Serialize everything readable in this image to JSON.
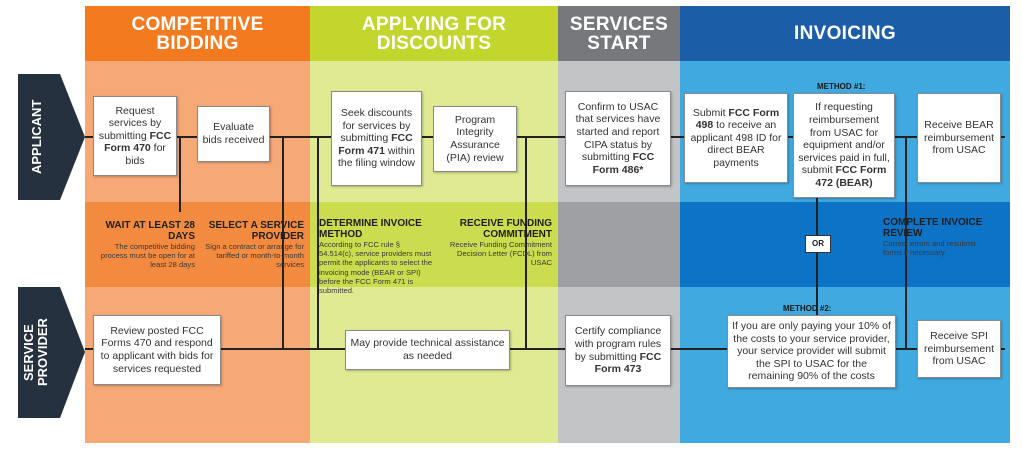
{
  "phases": [
    {
      "id": "competitive",
      "line1": "COMPETITIVE",
      "line2": "BIDDING",
      "color": "#f47a20"
    },
    {
      "id": "discounts",
      "line1": "APPLYING FOR",
      "line2": "DISCOUNTS",
      "color": "#c2d62d"
    },
    {
      "id": "services",
      "line1": "SERVICES",
      "line2": "START",
      "color": "#77787b"
    },
    {
      "id": "invoicing",
      "line1": "INVOICING",
      "line2": "",
      "color": "#1b5ea7"
    }
  ],
  "lanes": {
    "applicant": "APPLICANT",
    "service_provider_line1": "SERVICE",
    "service_provider_line2": "PROVIDER"
  },
  "boxes": {
    "request_bids": {
      "pre": "Request services by submitting ",
      "bold": "FCC Form 470",
      "post": " for bids"
    },
    "evaluate_bids": {
      "pre": "Evaluate bids received",
      "bold": "",
      "post": ""
    },
    "seek_discounts": {
      "pre": "Seek discounts for services by submitting ",
      "bold": "FCC Form 471",
      "post": " within the filing window"
    },
    "pia_review": {
      "pre": "Program Integrity Assurance (PIA) review",
      "bold": "",
      "post": ""
    },
    "confirm_usac": {
      "pre": "Confirm to USAC that services have started and report CIPA status by submitting ",
      "bold": "FCC Form 486*",
      "post": ""
    },
    "submit_498": {
      "pre": "Submit ",
      "bold": "FCC Form 498",
      "post": " to receive an applicant 498 ID for direct BEAR payments"
    },
    "bear_request": {
      "pre": "If requesting reimbursement from USAC for equipment and/or services paid in full, submit ",
      "bold": "FCC Form 472 (BEAR)",
      "post": ""
    },
    "receive_bear": {
      "pre": "Receive BEAR reimbursement from USAC",
      "bold": "",
      "post": ""
    },
    "review_470": {
      "pre": "Review posted FCC Forms 470 and respond to applicant with bids for services requested",
      "bold": "",
      "post": ""
    },
    "technical_assistance": {
      "pre": "May provide technical assistance as needed",
      "bold": "",
      "post": ""
    },
    "certify_473": {
      "pre": "Certify compliance with program rules by submitting ",
      "bold": "FCC Form 473",
      "post": ""
    },
    "spi": {
      "pre": "If you are only paying your 10% of the costs to your service provider, your service provider will submit the SPI to USAC for the remaining 90% of the costs",
      "bold": "",
      "post": ""
    },
    "receive_spi": {
      "pre": "Receive SPI reimbursement from USAC",
      "bold": "",
      "post": ""
    }
  },
  "notes": {
    "wait": {
      "title": "WAIT AT LEAST 28 DAYS",
      "body": "The competitive bidding process must be open for at least 28 days"
    },
    "select_provider": {
      "title": "SELECT A SERVICE PROVIDER",
      "body": "Sign a contract or arrange for tariffed or month-to-month services"
    },
    "invoice_method": {
      "title": "DETERMINE INVOICE METHOD",
      "body": "According to FCC rule § 54.514(c), service providers must permit the applicants to select the invoicing mode (BEAR or SPI) before the FCC Form 471 is submitted."
    },
    "funding_commitment": {
      "title": "RECEIVE FUNDING COMMITMENT",
      "body": "Receive Funding Commitment Decision Letter (FCDL) from USAC"
    },
    "invoice_review": {
      "title": "COMPLETE INVOICE REVIEW",
      "body": "Correct errors and resubmit forms if necessary"
    }
  },
  "methods": {
    "method1": "METHOD #1:",
    "method2": "METHOD #2:",
    "or": "OR"
  }
}
